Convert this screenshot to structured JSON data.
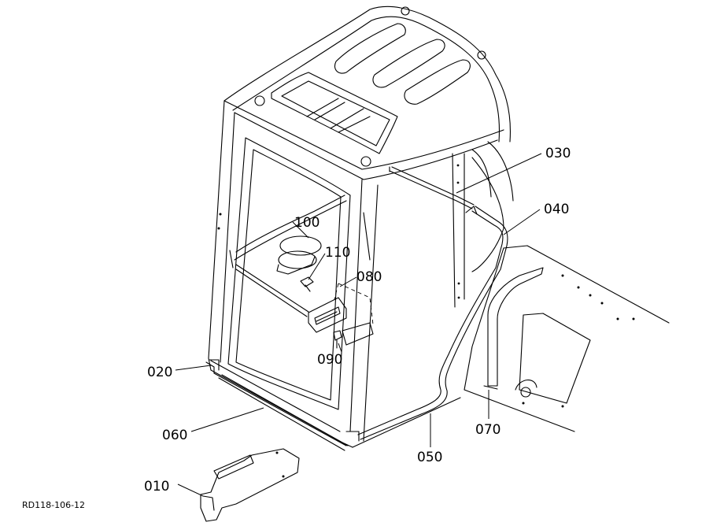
{
  "callouts": {
    "c010": "010",
    "c020": "020",
    "c030": "030",
    "c040": "040",
    "c050": "050",
    "c060": "060",
    "c070": "070",
    "c080": "080",
    "c090": "090",
    "c100": "100",
    "c110": "110"
  },
  "reference": "RD118-106-12"
}
